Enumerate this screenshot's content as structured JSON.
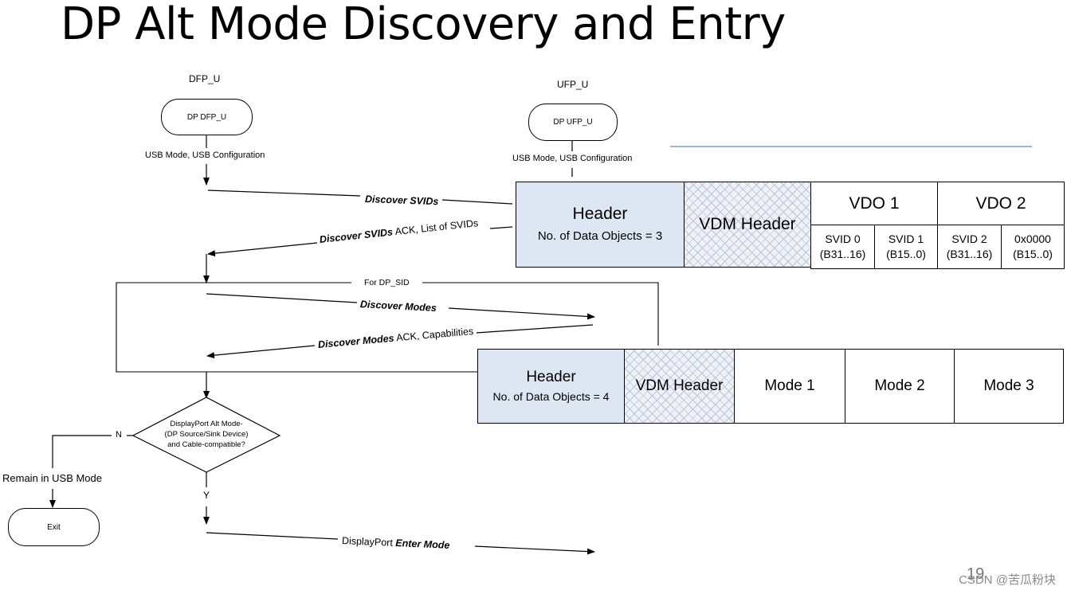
{
  "title": "DP Alt Mode Discovery and Entry",
  "dfp": {
    "label": "DFP_U",
    "node": "DP DFP_U",
    "config": "USB Mode, USB Configuration"
  },
  "ufp": {
    "label": "UFP_U",
    "node": "DP UFP_U",
    "config": "USB Mode, USB Configuration"
  },
  "messages": {
    "discover_svids": "Discover SVIDs",
    "discover_svids_ack_bold": "Discover SVIDs",
    "discover_svids_ack_rest": " ACK, List of SVIDs",
    "loop_label": "For DP_SID",
    "discover_modes": "Discover Modes",
    "discover_modes_ack_bold": "Discover Modes",
    "discover_modes_ack_rest": " ACK, Capabilities",
    "enter_mode_prefix": "DisplayPort ",
    "enter_mode_bold": "Enter Mode"
  },
  "decision": {
    "line1": "DisplayPort Alt Mode-",
    "line2": "(DP Source/Sink Device)",
    "line3": "and Cable-compatible?",
    "no": "N",
    "yes": "Y"
  },
  "remain": "Remain in USB Mode",
  "exit": "Exit",
  "svid_table": {
    "header_title": "Header",
    "header_sub": "No. of Data Objects = 3",
    "vdm": "VDM Header",
    "vdo1": "VDO 1",
    "vdo2": "VDO 2",
    "svid0_a": "SVID 0",
    "svid0_b": "(B31..16)",
    "svid1_a": "SVID 1",
    "svid1_b": "(B15..0)",
    "svid2_a": "SVID 2",
    "svid2_b": "(B31..16)",
    "svid3_a": "0x0000",
    "svid3_b": "(B15..0)"
  },
  "mode_table": {
    "header_title": "Header",
    "header_sub": "No. of Data Objects = 4",
    "vdm": "VDM Header",
    "mode1": "Mode 1",
    "mode2": "Mode 2",
    "mode3": "Mode 3"
  },
  "page_number": "19",
  "watermark": "CSDN @苦瓜粉块"
}
